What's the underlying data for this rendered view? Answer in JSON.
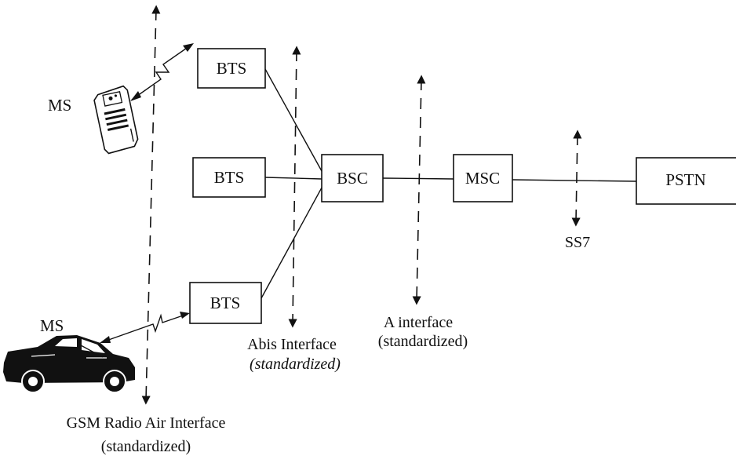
{
  "nodes": {
    "bts_top": "BTS",
    "bts_mid": "BTS",
    "bts_bottom": "BTS",
    "bsc": "BSC",
    "msc": "MSC",
    "pstn": "PSTN",
    "ms_handset": "MS",
    "ms_car": "MS"
  },
  "interfaces": {
    "air_line1": "GSM Radio Air Interface",
    "air_line2": "(standardized)",
    "abis_line1": "Abis Interface",
    "abis_line2": "(standardized)",
    "a_line1": "A interface",
    "a_line2": "(standardized)",
    "ss7": "SS7"
  },
  "icons": [
    "mobile-handset-icon",
    "car-icon",
    "radio-link-icon"
  ]
}
